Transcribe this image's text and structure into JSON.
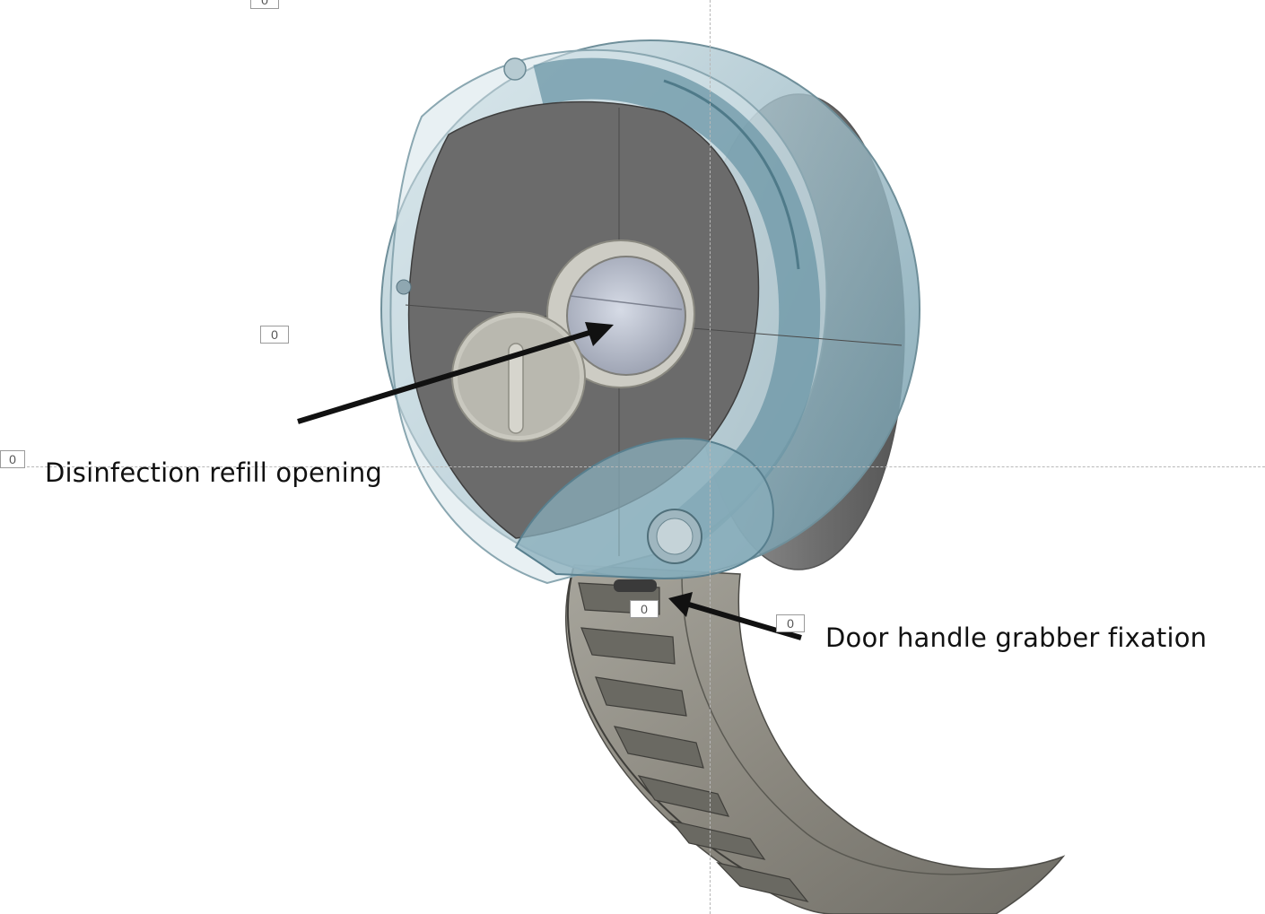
{
  "labels": {
    "refill_opening": "Disinfection refill opening",
    "grabber_fixation": "Door handle grabber fixation"
  },
  "markers": [
    "0",
    "0",
    "0",
    "0",
    "0"
  ],
  "colors": {
    "shell_blue": "#7fa7b5",
    "interior_grey": "#6e6e6e",
    "hook_grey": "#8a877d",
    "arrow": "#111111"
  }
}
